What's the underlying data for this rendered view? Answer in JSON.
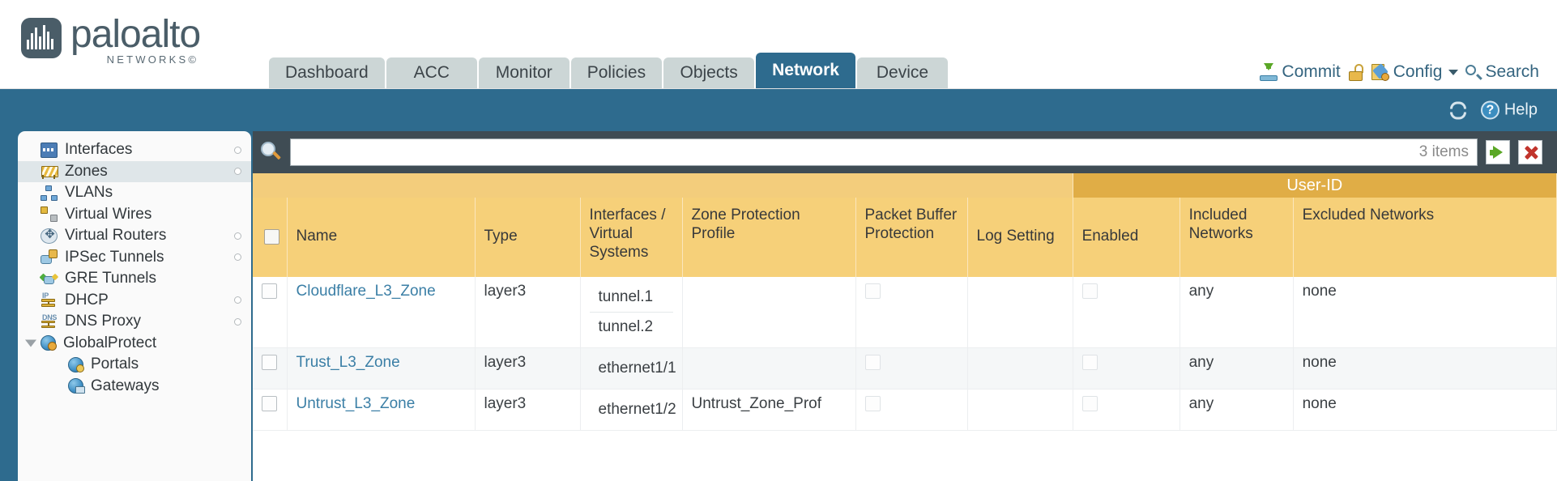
{
  "brand": {
    "name": "paloalto",
    "tagline": "NETWORKS",
    "registered": "©"
  },
  "nav": {
    "tabs": [
      {
        "label": "Dashboard",
        "active": false
      },
      {
        "label": "ACC",
        "active": false
      },
      {
        "label": "Monitor",
        "active": false
      },
      {
        "label": "Policies",
        "active": false
      },
      {
        "label": "Objects",
        "active": false
      },
      {
        "label": "Network",
        "active": true
      },
      {
        "label": "Device",
        "active": false
      }
    ]
  },
  "utils": {
    "commit": "Commit",
    "config": "Config",
    "search": "Search"
  },
  "blueband": {
    "help": "Help",
    "help_glyph": "?"
  },
  "sidebar": {
    "items": [
      {
        "label": "Interfaces",
        "icon": "interfaces-icon",
        "selected": false,
        "dot": true,
        "child": false,
        "expander": false
      },
      {
        "label": "Zones",
        "icon": "zones-icon",
        "selected": true,
        "dot": true,
        "child": false,
        "expander": false
      },
      {
        "label": "VLANs",
        "icon": "vlans-icon",
        "selected": false,
        "dot": false,
        "child": false,
        "expander": false
      },
      {
        "label": "Virtual Wires",
        "icon": "virtual-wires-icon",
        "selected": false,
        "dot": false,
        "child": false,
        "expander": false
      },
      {
        "label": "Virtual Routers",
        "icon": "virtual-routers-icon",
        "selected": false,
        "dot": true,
        "child": false,
        "expander": false
      },
      {
        "label": "IPSec Tunnels",
        "icon": "ipsec-tunnels-icon",
        "selected": false,
        "dot": true,
        "child": false,
        "expander": false
      },
      {
        "label": "GRE Tunnels",
        "icon": "gre-tunnels-icon",
        "selected": false,
        "dot": false,
        "child": false,
        "expander": false
      },
      {
        "label": "DHCP",
        "icon": "dhcp-icon",
        "selected": false,
        "dot": true,
        "child": false,
        "expander": false
      },
      {
        "label": "DNS Proxy",
        "icon": "dns-proxy-icon",
        "selected": false,
        "dot": true,
        "child": false,
        "expander": false
      },
      {
        "label": "GlobalProtect",
        "icon": "globalprotect-icon",
        "selected": false,
        "dot": false,
        "child": false,
        "expander": true
      },
      {
        "label": "Portals",
        "icon": "portals-icon",
        "selected": false,
        "dot": false,
        "child": true,
        "expander": false
      },
      {
        "label": "Gateways",
        "icon": "gateways-icon",
        "selected": false,
        "dot": false,
        "child": true,
        "expander": false
      }
    ]
  },
  "search": {
    "value": "",
    "placeholder": "",
    "items_count": "3 items"
  },
  "table": {
    "group_header": "User-ID",
    "columns": [
      "Name",
      "Type",
      "Interfaces / Virtual Systems",
      "Zone Protection Profile",
      "Packet Buffer Protection",
      "Log Setting",
      "Enabled",
      "Included Networks",
      "Excluded Networks"
    ],
    "rows": [
      {
        "selected": false,
        "name": "Cloudflare_L3_Zone",
        "type": "layer3",
        "interfaces": [
          "tunnel.1",
          "tunnel.2"
        ],
        "zone_protection_profile": "",
        "packet_buffer_protection": false,
        "log_setting": "",
        "userid_enabled": false,
        "included_networks": "any",
        "excluded_networks": "none"
      },
      {
        "selected": false,
        "name": "Trust_L3_Zone",
        "type": "layer3",
        "interfaces": [
          "ethernet1/1"
        ],
        "zone_protection_profile": "",
        "packet_buffer_protection": false,
        "log_setting": "",
        "userid_enabled": false,
        "included_networks": "any",
        "excluded_networks": "none"
      },
      {
        "selected": false,
        "name": "Untrust_L3_Zone",
        "type": "layer3",
        "interfaces": [
          "ethernet1/2"
        ],
        "zone_protection_profile": "Untrust_Zone_Prof",
        "packet_buffer_protection": false,
        "log_setting": "",
        "userid_enabled": false,
        "included_networks": "any",
        "excluded_networks": "none"
      }
    ]
  },
  "colors": {
    "brand_slate": "#4a5d68",
    "header_blue": "#2e6b8e",
    "tab_inactive": "#ccd6d6",
    "table_header_amber": "#f6d079",
    "table_group_amber": "#e0ad46",
    "panel_dark": "#3f4c54",
    "link_blue": "#3b7fa6"
  }
}
